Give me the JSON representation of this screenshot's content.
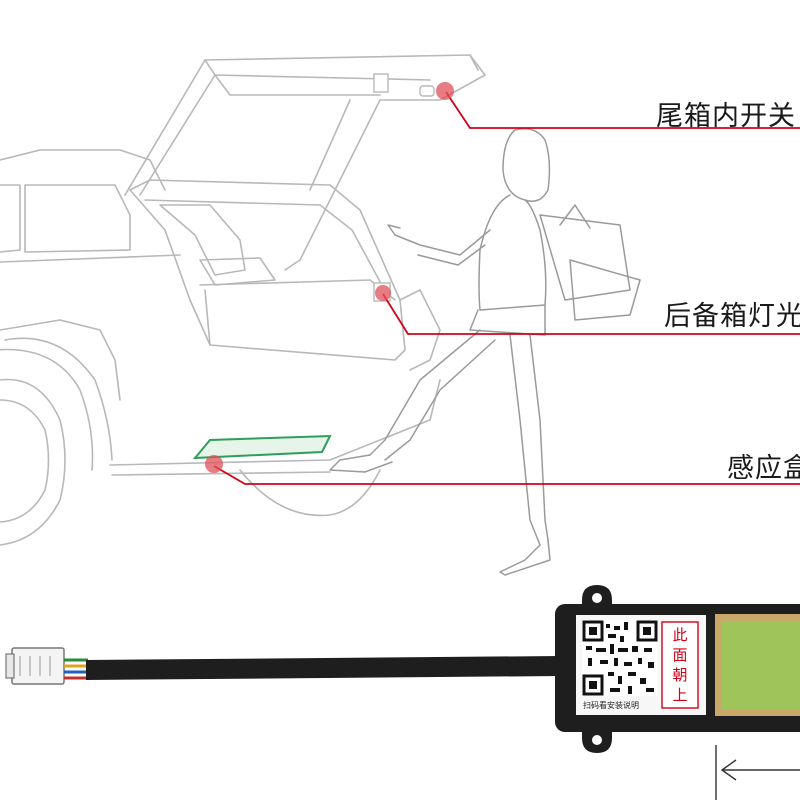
{
  "callouts": {
    "trunk_switch": "尾箱内开关",
    "trunk_light": "后备箱灯光",
    "sensor_box": "感应盒"
  },
  "sensor_module": {
    "face_up_chars": [
      "此",
      "面",
      "朝",
      "上"
    ],
    "qr_caption": "扫码看安装说明"
  },
  "colors": {
    "outline": "#b8b8b8",
    "callout_line": "#d0021b",
    "callout_dot": "#e0505a",
    "sensor_highlight": "#2e9e5b",
    "module_body": "#1e1e1e",
    "lcd_panel": "#9fc45a"
  }
}
